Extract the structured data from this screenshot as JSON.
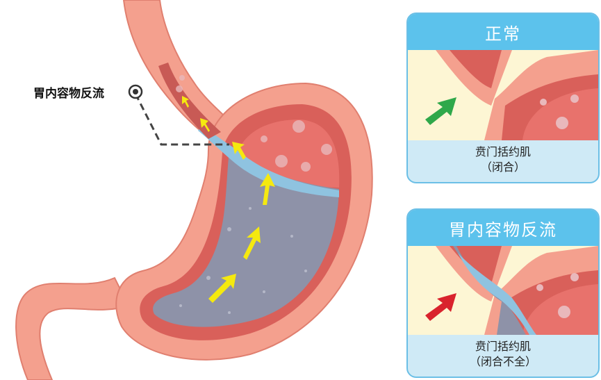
{
  "main": {
    "callout_label": "胃内容物反流"
  },
  "panels": [
    {
      "title": "正常",
      "caption_line1": "贲门括约肌",
      "caption_line2": "（闭合）",
      "arrow_color": "#2fa84a"
    },
    {
      "title": "胃内容物反流",
      "caption_line1": "贲门括约肌",
      "caption_line2": "（闭合不全）",
      "arrow_color": "#d9232d"
    }
  ],
  "colors": {
    "tissue": "#f4a08e",
    "lining": "#d9605a",
    "contents": "#8e92a8",
    "reflux": "#8fc3e0",
    "flow_arrows": "#f5e90f",
    "header": "#5cc2ec"
  }
}
